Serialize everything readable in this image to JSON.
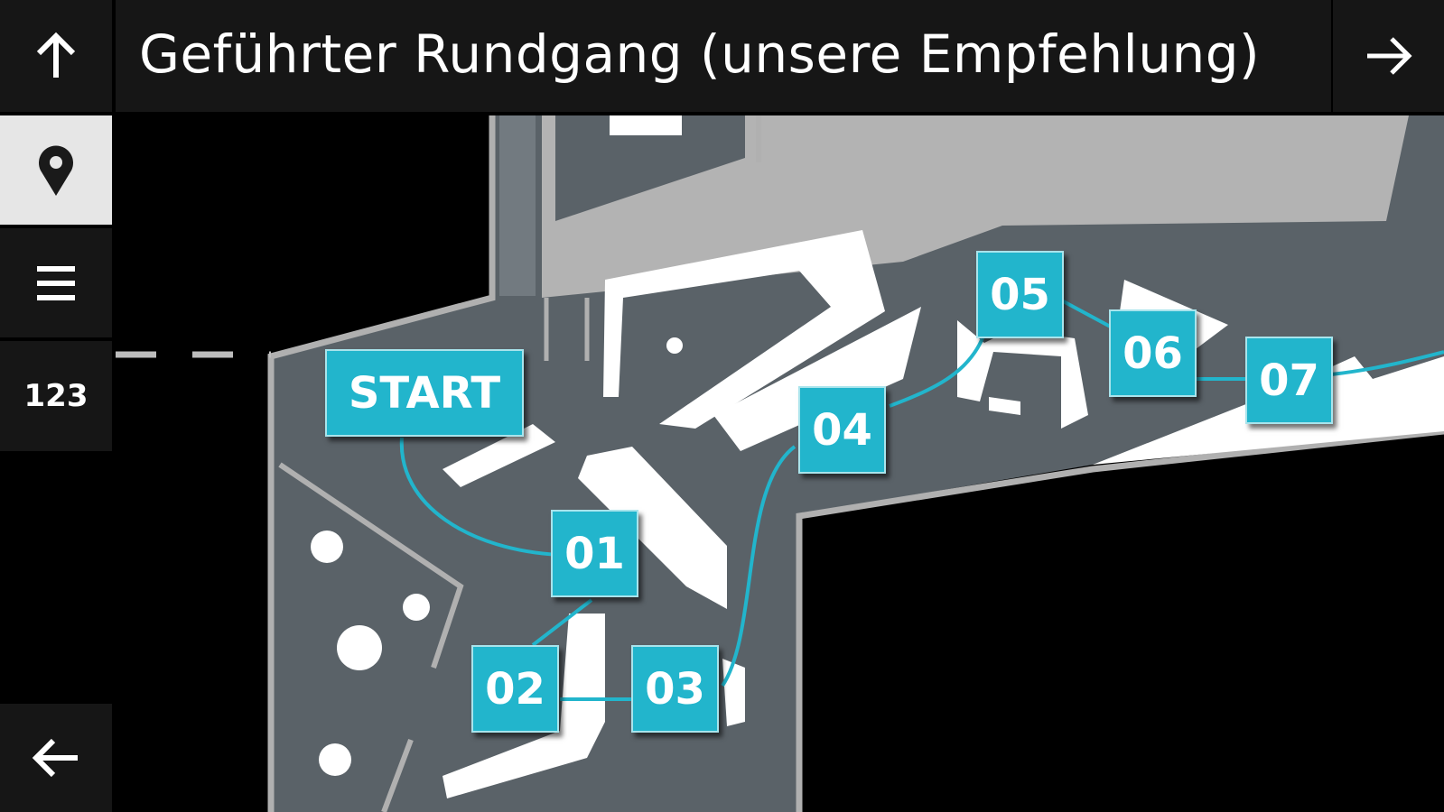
{
  "header": {
    "title": "Geführter Rundgang (unsere Empfehlung)"
  },
  "sidebar": {
    "north_up": "arrow-up-icon",
    "location": "map-pin-icon",
    "menu": "menu-icon",
    "numbers_label": "123",
    "back": "arrow-left-icon"
  },
  "next": "arrow-right-icon",
  "tour": {
    "stops": [
      "START",
      "01",
      "02",
      "03",
      "04",
      "05",
      "06",
      "07"
    ],
    "route_color": "#22b5cc"
  }
}
